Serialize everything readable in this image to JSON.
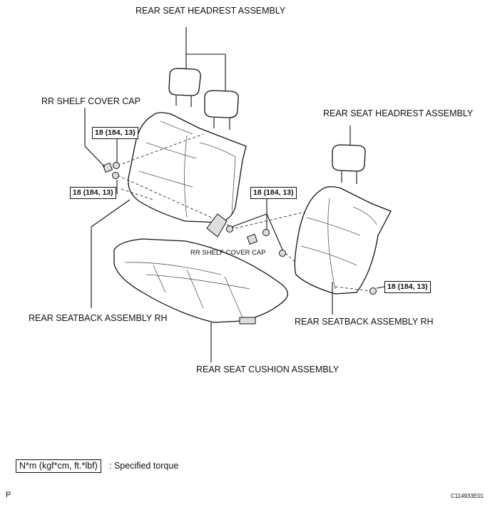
{
  "labels": {
    "headrest_top": "REAR SEAT HEADREST ASSEMBLY",
    "headrest_right": "REAR SEAT HEADREST ASSEMBLY",
    "shelf_cap_left": "RR SHELF COVER CAP",
    "shelf_cap_center": "RR SHELF COVER CAP",
    "seatback_left": "REAR SEATBACK ASSEMBLY RH",
    "seatback_right": "REAR SEATBACK ASSEMBLY RH",
    "cushion": "REAR SEAT CUSHION ASSEMBLY"
  },
  "torques": [
    "18 (184, 13)",
    "18 (184, 13)",
    "18 (184, 13)",
    "18 (184, 13)"
  ],
  "legend": {
    "unit": "N*m (kgf*cm, ft.*lbf)",
    "description": ": Specified torque"
  },
  "footer": {
    "letter": "P",
    "code": "C114933E01"
  }
}
